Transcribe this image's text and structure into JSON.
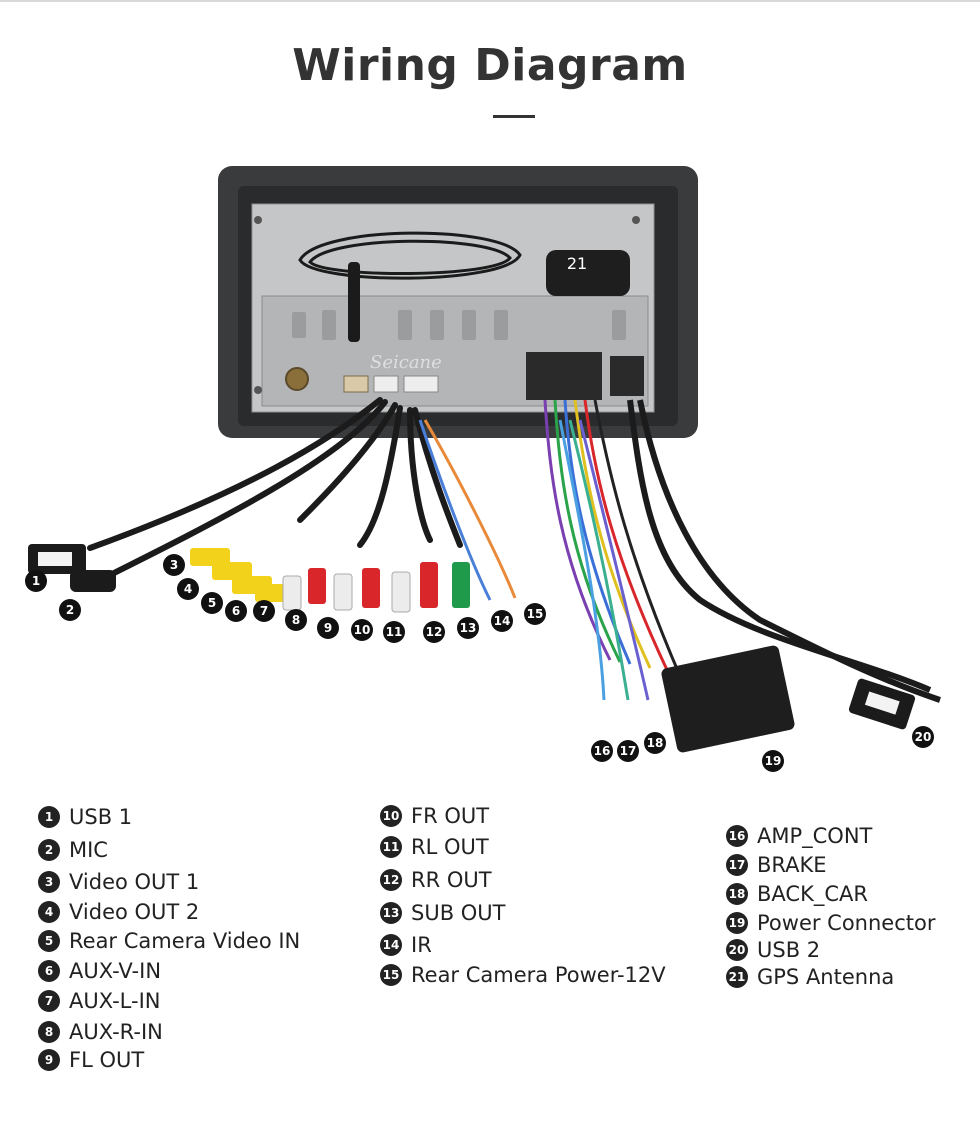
{
  "title": "Wiring Diagram",
  "callouts": [
    "1",
    "2",
    "3",
    "4",
    "5",
    "6",
    "7",
    "8",
    "9",
    "10",
    "11",
    "12",
    "13",
    "14",
    "15",
    "16",
    "17",
    "18",
    "19",
    "20",
    "21"
  ],
  "watermark": "Seicane",
  "legend": [
    {
      "num": "1",
      "label": "USB 1"
    },
    {
      "num": "2",
      "label": "MIC"
    },
    {
      "num": "3",
      "label": "Video OUT 1"
    },
    {
      "num": "4",
      "label": "Video OUT 2"
    },
    {
      "num": "5",
      "label": "Rear Camera Video IN"
    },
    {
      "num": "6",
      "label": "AUX-V-IN"
    },
    {
      "num": "7",
      "label": "AUX-L-IN"
    },
    {
      "num": "8",
      "label": "AUX-R-IN"
    },
    {
      "num": "9",
      "label": "FL OUT"
    },
    {
      "num": "10",
      "label": "FR OUT"
    },
    {
      "num": "11",
      "label": "RL OUT"
    },
    {
      "num": "12",
      "label": "RR OUT"
    },
    {
      "num": "13",
      "label": "SUB OUT"
    },
    {
      "num": "14",
      "label": "IR"
    },
    {
      "num": "15",
      "label": "Rear Camera Power-12V"
    },
    {
      "num": "16",
      "label": "AMP_CONT"
    },
    {
      "num": "17",
      "label": "BRAKE"
    },
    {
      "num": "18",
      "label": "BACK_CAR"
    },
    {
      "num": "19",
      "label": "Power Connector"
    },
    {
      "num": "20",
      "label": "USB 2"
    },
    {
      "num": "21",
      "label": "GPS Antenna"
    }
  ],
  "colors": {
    "rca_yellow": "#f2d21a",
    "rca_white": "#ececec",
    "rca_red": "#d8262b",
    "rca_green": "#1f9a4a",
    "cable": "#1b1b1b",
    "chassis": "#bfc1c3",
    "frame": "#3a3b3d"
  }
}
